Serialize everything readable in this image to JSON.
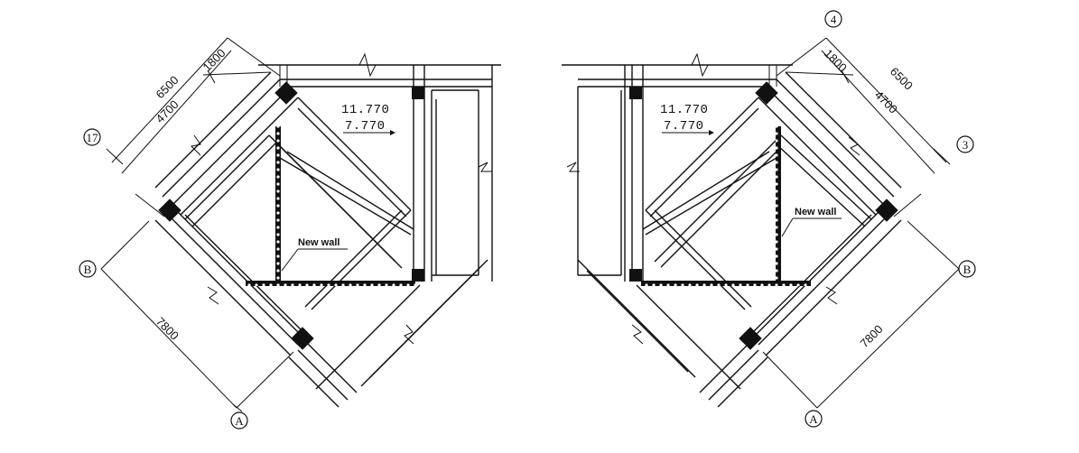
{
  "left_plan": {
    "axis_bubbles": {
      "top": "17",
      "middle": "B",
      "bottom": "A"
    },
    "dimensions": {
      "overall": "6500",
      "segment_a": "4700",
      "segment_b": "1800",
      "bay": "7800"
    },
    "elevations": {
      "upper": "11.770",
      "lower": "7.770"
    },
    "note": "New wall"
  },
  "right_plan": {
    "axis_bubbles": {
      "top": "4",
      "right": "3",
      "middle": "B",
      "bottom": "A"
    },
    "dimensions": {
      "overall": "6500",
      "segment_a": "4700",
      "segment_b": "1800",
      "bay": "7800"
    },
    "elevations": {
      "upper": "11.770",
      "lower": "7.770"
    },
    "note": "New wall"
  }
}
